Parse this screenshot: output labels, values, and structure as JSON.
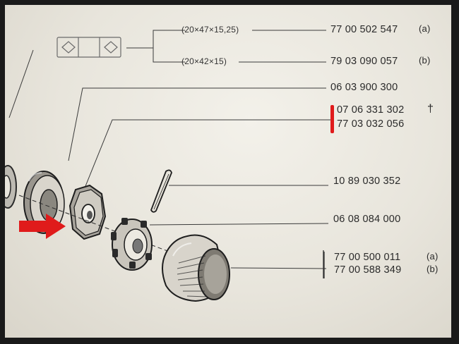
{
  "variants": {
    "a": {
      "size": "(20×47×15,25)",
      "part": "77 00 502 547",
      "tag": "(a)"
    },
    "b": {
      "size": "(20×42×15)",
      "part": "79 03 090 057",
      "tag": "(b)"
    }
  },
  "parts": {
    "bearing": "06 03 900 300",
    "seal_1": "07 06 331 302",
    "seal_mark": "†",
    "seal_2": "77 03 032 056",
    "pin": "10 89 030 352",
    "nut": "06 08 084 000",
    "cap_a": "77 00 500 011",
    "cap_a_tag": "(a)",
    "cap_b": "77 00 588 349",
    "cap_b_tag": "(b)"
  },
  "colors": {
    "paper": "#ece9e1",
    "ink": "#2a2a2a",
    "highlight": "#e01b1b"
  },
  "icons": [
    "bearing-shell-icon",
    "hub-nut-icon",
    "castellated-nut-icon",
    "cotter-pin-icon",
    "hub-cap-icon",
    "red-arrow-icon"
  ]
}
